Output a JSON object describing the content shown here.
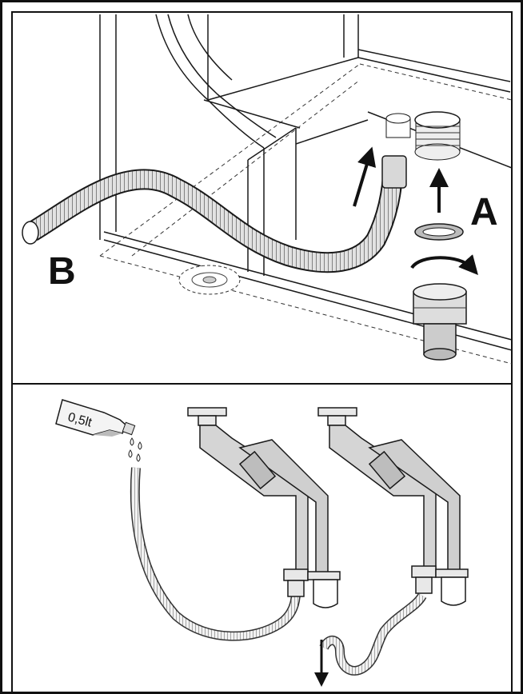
{
  "panel_top": {
    "label_a": "A",
    "label_b": "B"
  },
  "panel_bottom": {
    "bottle_label": "0,5lt"
  },
  "colors": {
    "line": "#1a1a1a",
    "hose_fill": "#d8d8d8",
    "part_fill": "#c8c8c8",
    "background": "#ffffff"
  }
}
